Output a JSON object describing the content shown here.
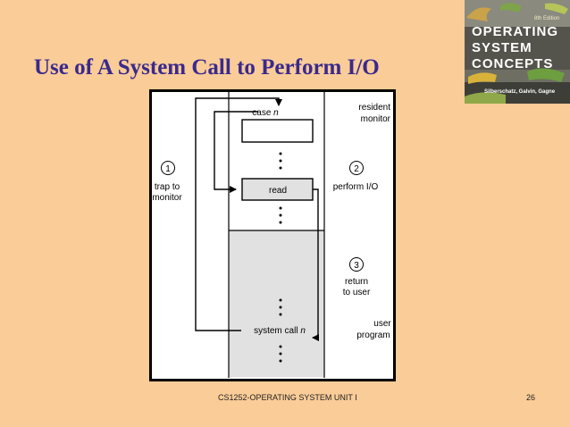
{
  "slide": {
    "title": "Use of A System Call to Perform I/O",
    "footer": "CS1252-OPERATING SYSTEM UNIT I",
    "page_number": "26"
  },
  "book_cover": {
    "edition": "8th Edition",
    "line1": "OPERATING",
    "line2": "SYSTEM",
    "line3": "CONCEPTS",
    "authors": "Silberschatz, Galvin, Gagne"
  },
  "diagram": {
    "case_prefix": "case ",
    "case_var": "n",
    "read_label": "read",
    "syscall_prefix": "system call ",
    "syscall_var": "n",
    "resident_line1": "resident",
    "resident_line2": "monitor",
    "user_line1": "user",
    "user_line2": "program",
    "step1_num": "1",
    "step1_line1": "trap to",
    "step1_line2": "monitor",
    "step2_num": "2",
    "step2_line1": "perform I/O",
    "step3_num": "3",
    "step3_line1": "return",
    "step3_line2": "to user",
    "colors": {
      "monitor_bg": "#FFFFFF",
      "user_bg": "#E1E1E1",
      "frame": "#000000"
    }
  }
}
